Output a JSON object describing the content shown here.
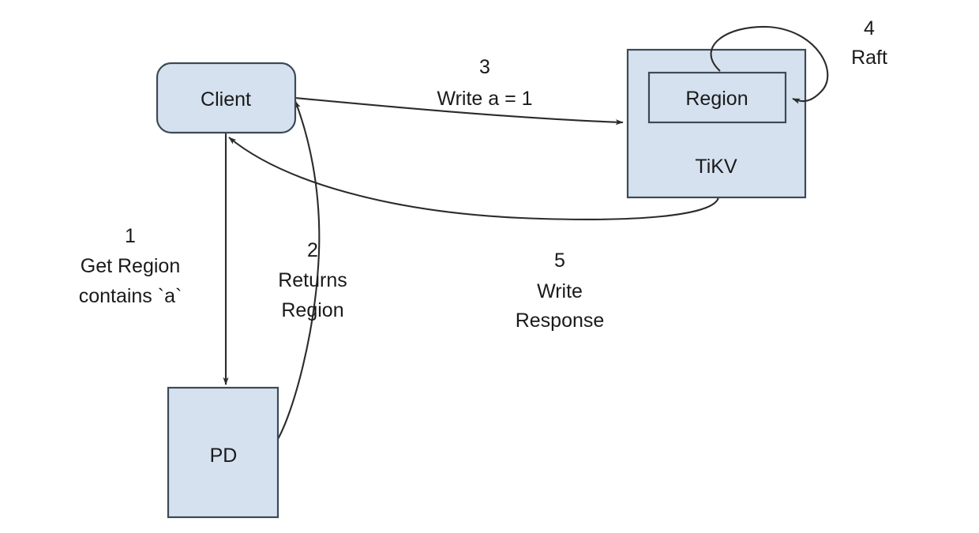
{
  "diagram": {
    "title": "TiKV write path with PD region lookup",
    "background_color": "#ffffff",
    "node_fill_color": "#d5e1ef",
    "node_stroke_color": "#3c4a56",
    "edge_color": "#2b2b2b",
    "text_color": "#1a1a1a"
  },
  "nodes": {
    "client": {
      "label": "Client",
      "shape": "rounded-rectangle"
    },
    "pd": {
      "label": "PD",
      "shape": "rectangle"
    },
    "tikv": {
      "label": "TiKV",
      "shape": "rectangle"
    },
    "region": {
      "label": "Region",
      "shape": "rectangle"
    }
  },
  "edges": [
    {
      "id": "1",
      "step": "1",
      "label_lines": [
        "1",
        "Get Region",
        "contains `a`"
      ],
      "from": "client",
      "to": "pd"
    },
    {
      "id": "2",
      "step": "2",
      "label_lines": [
        "2",
        "Returns",
        "Region"
      ],
      "from": "pd",
      "to": "client"
    },
    {
      "id": "3",
      "step": "3",
      "label_lines": [
        "3",
        "Write a = 1"
      ],
      "from": "client",
      "to": "tikv"
    },
    {
      "id": "4",
      "step": "4",
      "label_lines": [
        "4",
        "Raft"
      ],
      "from": "region",
      "to": "region"
    },
    {
      "id": "5",
      "step": "5",
      "label_lines": [
        "5",
        "Write",
        "Response"
      ],
      "from": "tikv",
      "to": "client"
    }
  ],
  "labels": {
    "edge1_line1": "1",
    "edge1_line2": "Get Region",
    "edge1_line3": "contains `a`",
    "edge2_line1": "2",
    "edge2_line2": "Returns",
    "edge2_line3": "Region",
    "edge3_line1": "3",
    "edge3_line2": "Write a = 1",
    "edge4_line1": "4",
    "edge4_line2": "Raft",
    "edge5_line1": "5",
    "edge5_line2": "Write",
    "edge5_line3": "Response"
  }
}
